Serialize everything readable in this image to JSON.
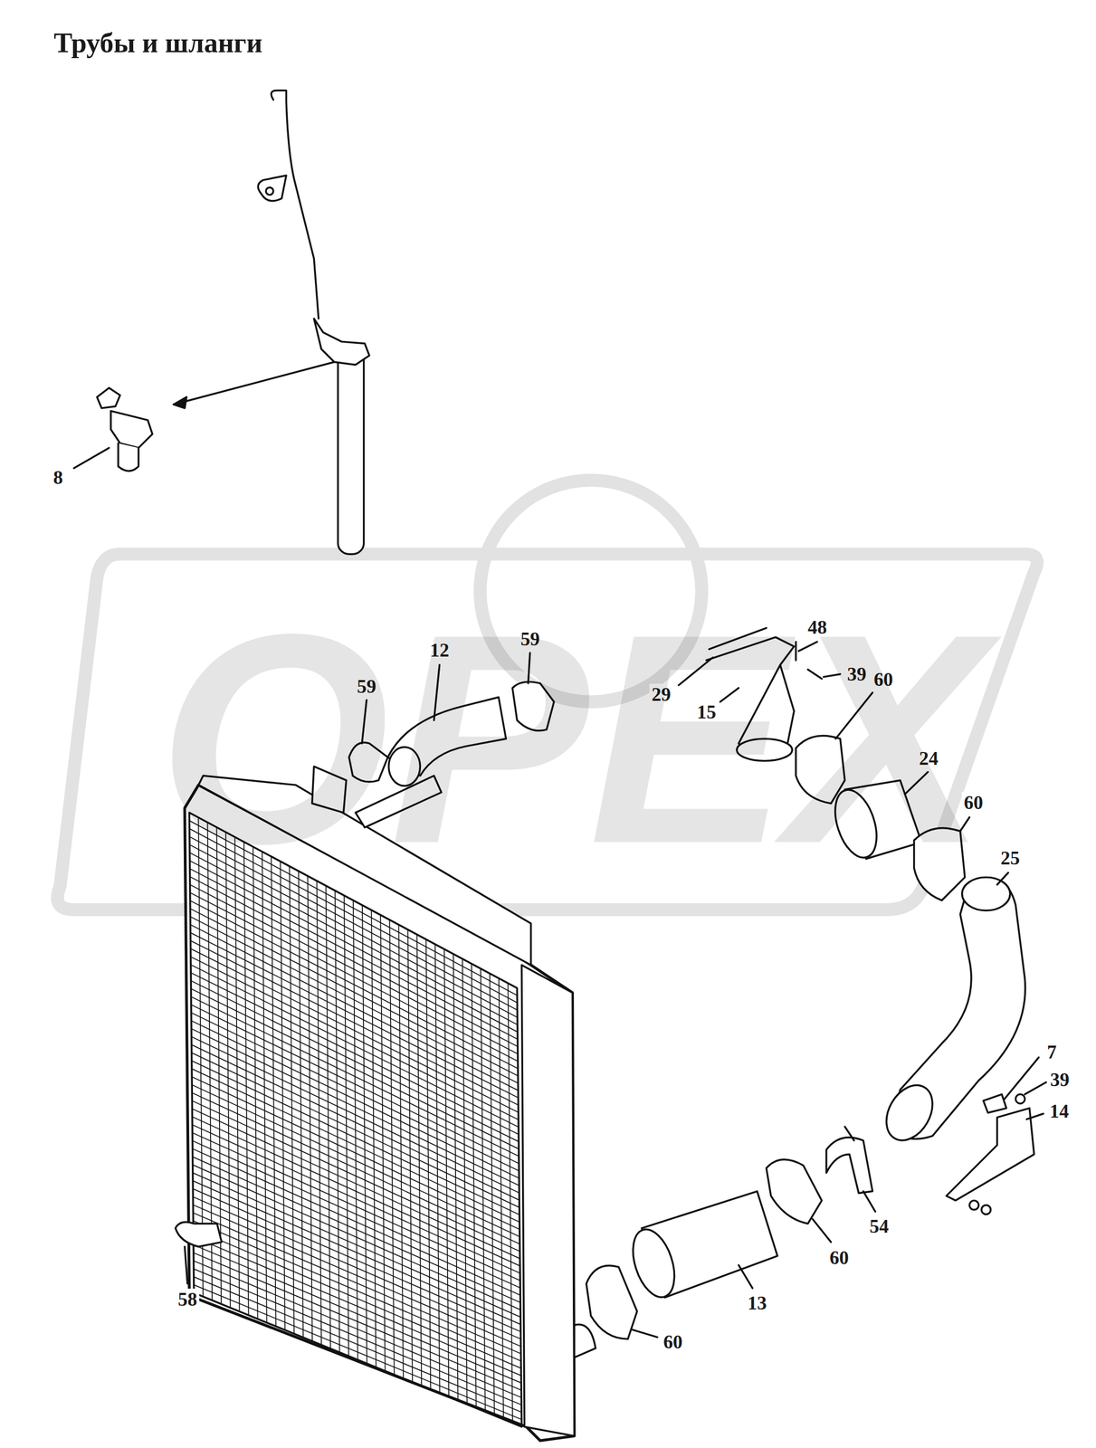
{
  "diagram": {
    "title": "Трубы и шланги",
    "labels": [
      "8",
      "59",
      "12",
      "59",
      "48",
      "29",
      "39",
      "15",
      "60",
      "24",
      "60",
      "25",
      "7",
      "39",
      "14",
      "54",
      "60",
      "13",
      "60",
      "58",
      "OPEX"
    ]
  }
}
